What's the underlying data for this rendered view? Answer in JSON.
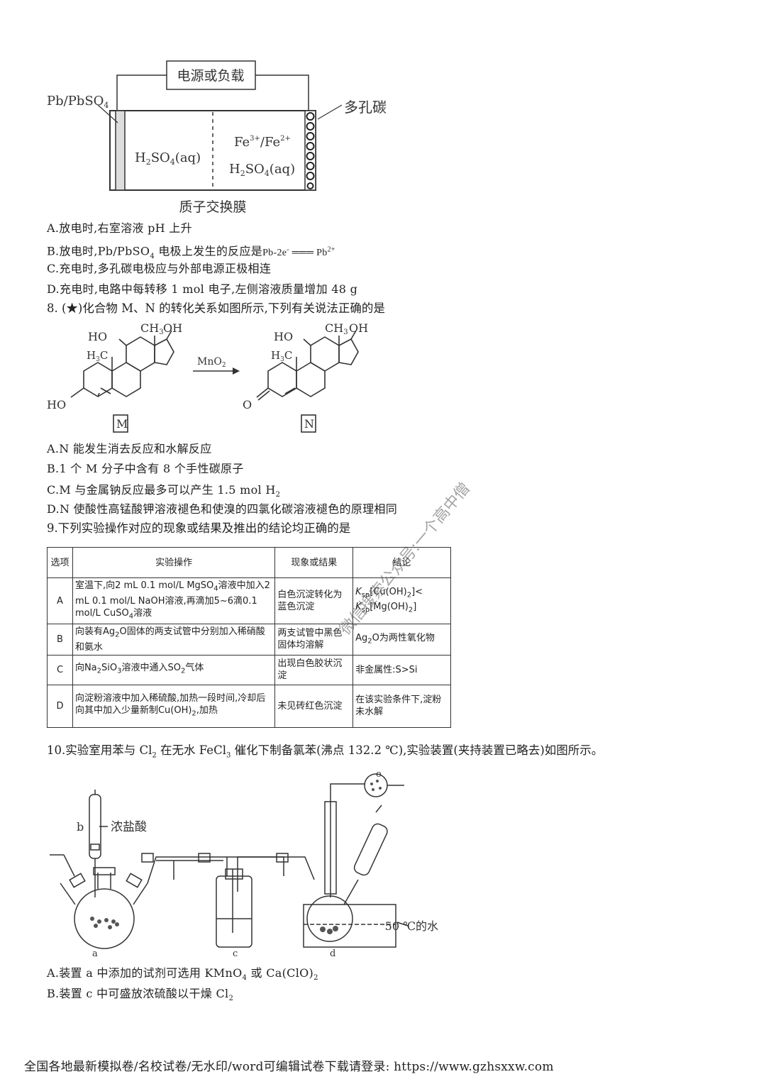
{
  "battery": {
    "power_label": "电源或负载",
    "left_electrode": "Pb/PbSO",
    "left_electrode_sub": "4",
    "right_electrode": "多孔碳",
    "left_solution": "H",
    "left_solution_sub": "2",
    "left_solution_rest": "SO",
    "left_solution_sub2": "4",
    "left_solution_tail": "(aq)",
    "right_ions": "Fe",
    "right_ions_sup1": "3+",
    "right_ions_mid": "/Fe",
    "right_ions_sup2": "2+",
    "right_solution": "H",
    "right_solution_sub": "2",
    "right_solution_rest": "SO",
    "right_solution_sub2": "4",
    "right_solution_tail": "(aq)",
    "membrane_label": "质子交换膜"
  },
  "q7": {
    "a": "A.放电时,右室溶液 pH 上升",
    "b_pre": "B.放电时,Pb/PbSO",
    "b_sub": "4",
    "b_mid": " 电极上发生的反应是",
    "b_eq_left": "Pb-2e",
    "b_eq_sup": "-",
    "b_eq_right": "Pb",
    "b_eq_sup2": "2+",
    "c": "C.充电时,多孔碳电极应与外部电源正极相连",
    "d": "D.充电时,电路中每转移 1 mol 电子,左侧溶液质量增加 48 g"
  },
  "q8": {
    "stem": "8. (★)化合物 M、N 的转化关系如图所示,下列有关说法正确的是",
    "reagent": "MnO",
    "reagent_sub": "2",
    "label_m": "M",
    "label_n": "N",
    "ho_top": "HO",
    "ch3": "CH",
    "ch3_sub": "3",
    "oh": "OH",
    "h3c": "H",
    "h3c_sub": "3",
    "h3c_c": "C",
    "ho_left": "HO",
    "o_left": "O",
    "a": "A.N 能发生消去反应和水解反应",
    "b": "B.1 个 M 分子中含有 8 个手性碳原子",
    "c_pre": "C.M 与金属钠反应最多可以产生 1.5 mol H",
    "c_sub": "2",
    "d": "D.N 使酸性高锰酸钾溶液褪色和使溴的四氯化碳溶液褪色的原理相同"
  },
  "q9": {
    "stem": "9.下列实验操作对应的现象或结果及推出的结论均正确的是",
    "headers": [
      "选项",
      "实验操作",
      "现象或结果",
      "结论"
    ],
    "rows": [
      {
        "opt": "A",
        "op_1": "室温下,向2 mL 0.1 mol/L MgSO",
        "op_sub": "4",
        "op_2": "溶液中加入2 mL 0.1 mol/L NaOH溶液,再滴加5~6滴0.1 mol/L CuSO",
        "op_sub2": "4",
        "op_3": "溶液",
        "result": "白色沉淀转化为蓝色沉淀",
        "con_k1": "K",
        "con_sp1": "sp",
        "con_1": "[Cu(OH)",
        "con_s1": "2",
        "con_1b": "]<",
        "con_k2": "K",
        "con_sp2": "sp",
        "con_2": "[Mg(OH)",
        "con_s2": "2",
        "con_2b": "]"
      },
      {
        "opt": "B",
        "op_1": "向装有Ag",
        "op_sub": "2",
        "op_2": "O固体的两支试管中分别加入稀硝酸和氨水",
        "result": "两支试管中黑色固体均溶解",
        "con_1": "Ag",
        "con_s1": "2",
        "con_1b": "O为两性氧化物"
      },
      {
        "opt": "C",
        "op_1": "向Na",
        "op_sub": "2",
        "op_2": "SiO",
        "op_sub2": "3",
        "op_3": "溶液中通入SO",
        "op_sub3": "2",
        "op_4": "气体",
        "result": "出现白色胶状沉淀",
        "conclusion": "非金属性:S>Si"
      },
      {
        "opt": "D",
        "op_1": "向淀粉溶液中加入稀硫酸,加热一段时间,冷却后向其中加入少量新制Cu(OH)",
        "op_sub": "2",
        "op_2": ",加热",
        "result": "未见砖红色沉淀",
        "conclusion": "在该实验条件下,淀粉未水解"
      }
    ]
  },
  "q10": {
    "stem_1": "10.实验室用苯与 Cl",
    "stem_sub1": "2",
    "stem_2": " 在无水 FeCl",
    "stem_sub2": "3",
    "stem_3": " 催化下制备氯苯(沸点 132.2 ℃),实验装置(夹持装置已略去)如图所示。",
    "label_b": "b",
    "label_acid": "浓盐酸",
    "label_a": "a",
    "label_c": "c",
    "label_d": "d",
    "label_e": "e",
    "label_water": "50 ℃的水",
    "a_pre": "A.装置 a 中添加的试剂可选用 KMnO",
    "a_sub": "4",
    "a_mid": " 或 Ca(ClO)",
    "a_sub2": "2",
    "b_pre": "B.装置 c 中可盛放浓硫酸以干燥 Cl",
    "b_sub": "2"
  },
  "watermark": "微信搜索公众号:一个高中僧",
  "footer": "全国各地最新模拟卷/名校试卷/无水印/word可编辑试卷下载请登录:  https://www.gzhsxxw.com"
}
